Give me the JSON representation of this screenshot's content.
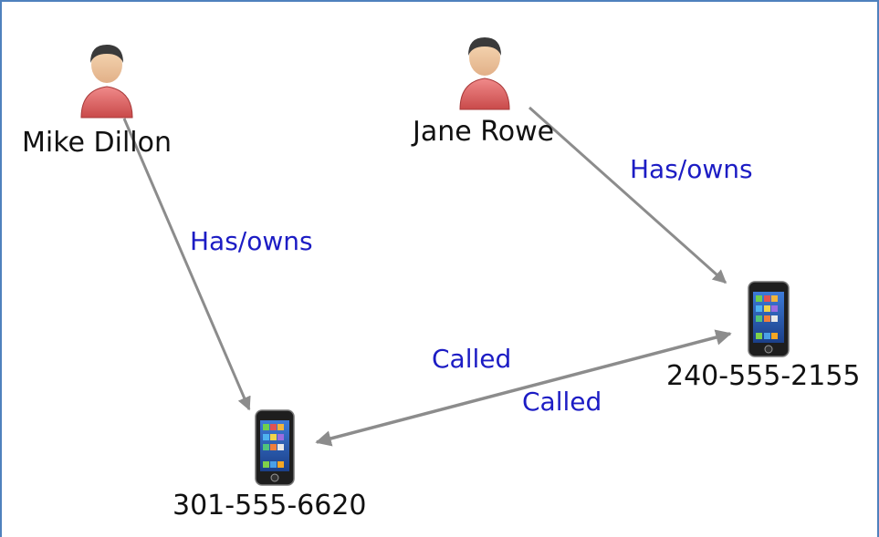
{
  "colors": {
    "frame": "#4f81bd",
    "edge": "#8c8c8c",
    "edge_label": "#1c1cc4",
    "person_shirt": "#e06666",
    "person_hair": "#3a3a3a"
  },
  "nodes": [
    {
      "id": "mike",
      "type": "person",
      "icon": "person-icon",
      "label": "Mike Dillon"
    },
    {
      "id": "jane",
      "type": "person",
      "icon": "person-icon",
      "label": "Jane Rowe"
    },
    {
      "id": "phone_a",
      "type": "phone",
      "icon": "phone-icon",
      "label": "240-555-2155"
    },
    {
      "id": "phone_b",
      "type": "phone",
      "icon": "phone-icon",
      "label": "301-555-6620"
    }
  ],
  "edges": [
    {
      "from": "mike",
      "to": "phone_b",
      "label": "Has/owns"
    },
    {
      "from": "jane",
      "to": "phone_a",
      "label": "Has/owns"
    },
    {
      "from": "phone_b",
      "to": "phone_a",
      "label": "Called"
    },
    {
      "from": "phone_a",
      "to": "phone_b",
      "label": "Called"
    }
  ]
}
